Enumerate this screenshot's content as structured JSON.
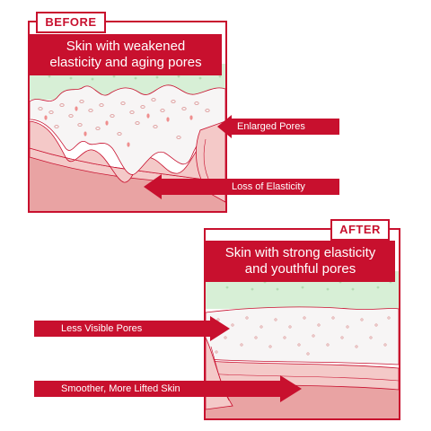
{
  "before": {
    "tag": "BEFORE",
    "title_line1": "Skin with weakened",
    "title_line2": "elasticity and aging pores",
    "label_pores": "Enlarged Pores",
    "label_elasticity": "Loss of Elasticity"
  },
  "after": {
    "tag": "AFTER",
    "title_line1": "Skin with strong elasticity",
    "title_line2": "and youthful pores",
    "label_pores": "Less Visible Pores",
    "label_skin": "Smoother, More Lifted Skin"
  },
  "colors": {
    "accent": "#c8102e",
    "green_layer": "#d7efd6",
    "skin_pink": "#f4c9c8",
    "skin_deep": "#e9a3a3"
  }
}
